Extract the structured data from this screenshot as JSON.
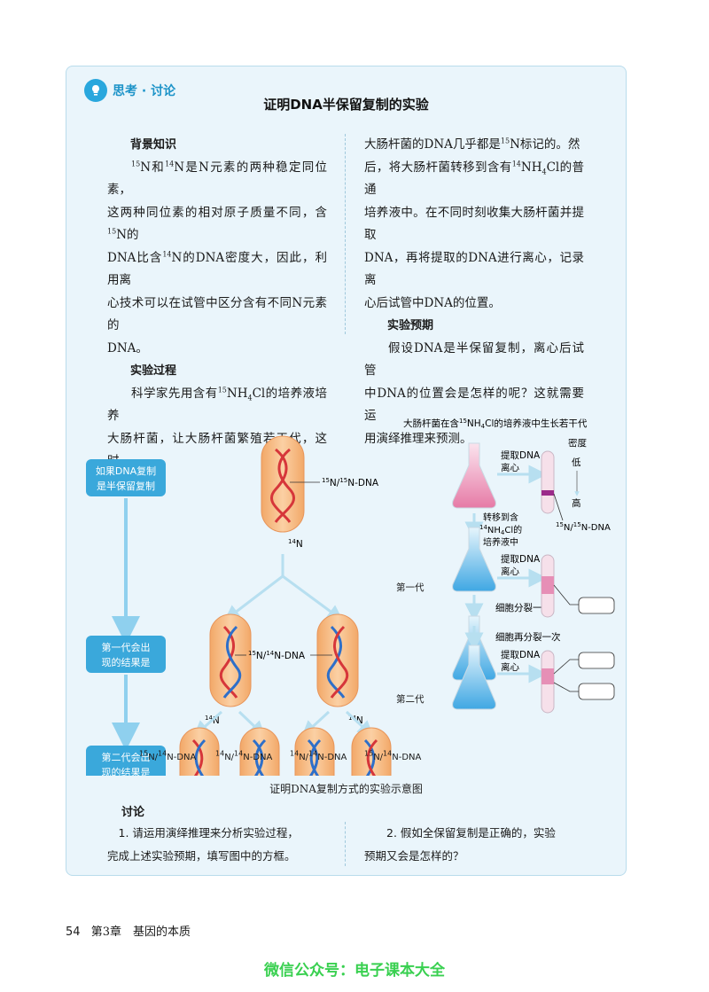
{
  "section_badge": "思考 · 讨论",
  "title": "证明DNA半保留复制的实验",
  "left_col": {
    "head_bg": "背景知识",
    "bg_l1_a": "N和",
    "bg_l1_b": "N是N元素的两种稳定同位素，",
    "bg_l2_a": "这两种同位素的相对原子质量不同，含",
    "bg_l2_b": "N的",
    "bg_l3_a": "DNA比含",
    "bg_l3_b": "N的DNA密度大，因此，利用离",
    "bg_l4": "心技术可以在试管中区分含有不同N元素的",
    "bg_l5": "DNA。",
    "head_proc": "实验过程",
    "proc_l1_a": "科学家先用含有",
    "proc_l1_b": "NH",
    "proc_l1_c": "Cl的培养液培养",
    "proc_l2": "大肠杆菌，让大肠杆菌繁殖若干代，这时，"
  },
  "right_col": {
    "l1_a": "大肠杆菌的DNA几乎都是",
    "l1_b": "N标记的。然",
    "l2_a": "后，将大肠杆菌转移到含有",
    "l2_b": "NH",
    "l2_c": "Cl的普通",
    "l3": "培养液中。在不同时刻收集大肠杆菌并提取",
    "l4": "DNA，再将提取的DNA进行离心，记录离",
    "l5": "心后试管中DNA的位置。",
    "head_pred": "实验预期",
    "pred_l1": "假设DNA是半保留复制，离心后试管",
    "pred_l2": "中DNA的位置会是怎样的呢？这就需要运",
    "pred_l3": "用演绎推理来预测。"
  },
  "iso": {
    "n15": "15",
    "n14": "14",
    "four": "4"
  },
  "diagram": {
    "top_caption_a": "大肠杆菌在含",
    "top_caption_b": "NH",
    "top_caption_c": "Cl的培养液中生长若干代",
    "density": "密度",
    "low": "低",
    "high": "高",
    "extract": "提取DNA，",
    "centrifuge": "离心",
    "transfer_1": "转移到含",
    "transfer_2a": "NH",
    "transfer_2b": "Cl的",
    "transfer_3": "培养液中",
    "label_15_15": "N/",
    "dna_suffix": "N-DNA",
    "n14_label": "N",
    "divide_once": "细胞分裂一次",
    "divide_again": "细胞再分裂一次",
    "gen1": "第一代",
    "gen2": "第二代",
    "box_semi_1": "如果DNA复制",
    "box_semi_2": "是半保留复制",
    "box_g1_1": "第一代会出",
    "box_g1_2": "现的结果是",
    "box_g2_1": "第二代会出",
    "box_g2_2": "现的结果是"
  },
  "caption": "证明DNA复制方式的实验示意图",
  "discussion": {
    "head": "讨论",
    "q1_l1": "1. 请运用演绎推理来分析实验过程，",
    "q1_l2": "完成上述实验预期，填写图中的方框。",
    "q2_l1": "2. 假如全保留复制是正确的，实验",
    "q2_l2": "预期又会是怎样的？"
  },
  "footer": {
    "page": "54",
    "chapter": "第3章　基因的本质"
  },
  "watermark": "微信公众号：电子课本大全",
  "colors": {
    "panel_bg": "#eaf5fb",
    "accent": "#29a7dd",
    "arrow": "#8fd0ee",
    "heavy_strand": "#d6363a",
    "light_strand": "#2e6fc9",
    "cell": "#f6b783"
  }
}
